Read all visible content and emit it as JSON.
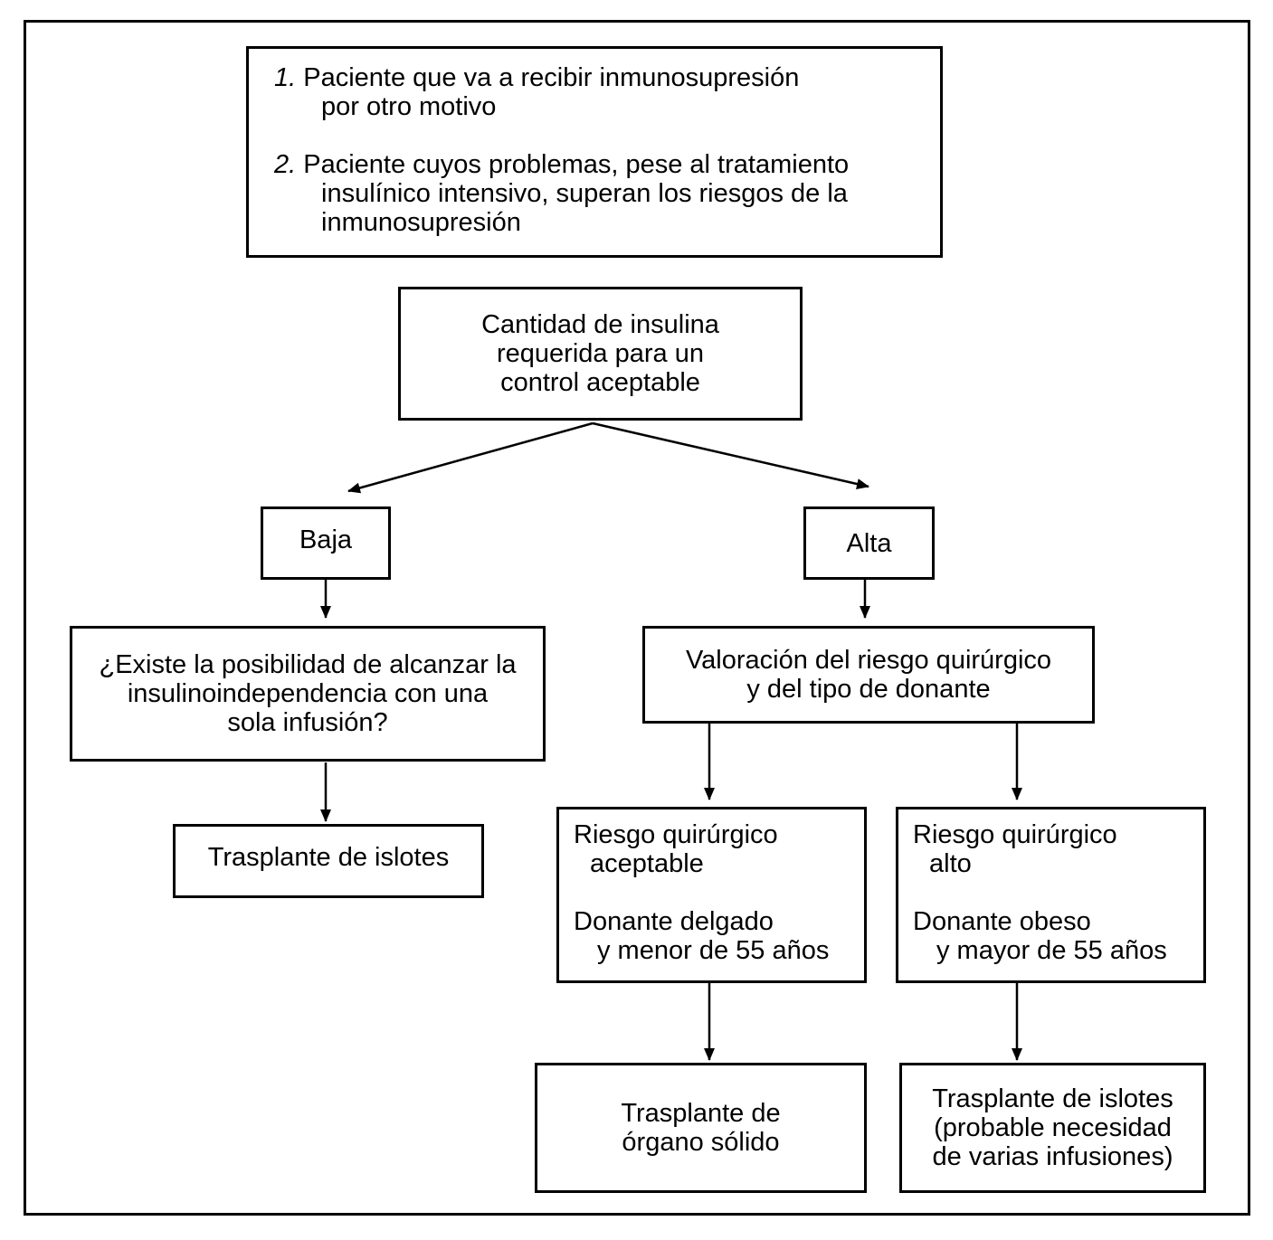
{
  "criteria": {
    "item1": {
      "number": "1.",
      "line1": "Paciente que va a recibir inmunosupresión",
      "line2": "por otro motivo"
    },
    "item2": {
      "number": "2.",
      "line1": "Paciente cuyos problemas, pese al tratamiento",
      "line2": "insulínico intensivo, superan los riesgos de la",
      "line3": "inmunosupresión"
    }
  },
  "insulin": {
    "line1": "Cantidad de insulina",
    "line2": "requerida para un",
    "line3": "control aceptable"
  },
  "baja": "Baja",
  "alta": "Alta",
  "question": {
    "line1": "¿Existe la posibilidad de alcanzar la",
    "line2": "insulinoindependencia con una",
    "line3": "sola infusión?"
  },
  "islets_low": "Trasplante de islotes",
  "assessment": {
    "line1": "Valoración del riesgo quirúrgico",
    "line2": "y del tipo de donante"
  },
  "acceptable": {
    "line1": "Riesgo quirúrgico",
    "line2": "aceptable",
    "line3": "Donante delgado",
    "line4": "y menor de 55 años"
  },
  "high": {
    "line1": "Riesgo quirúrgico",
    "line2": "alto",
    "line3": "Donante obeso",
    "line4": "y mayor de 55 años"
  },
  "solid": {
    "line1": "Trasplante de",
    "line2": "órgano sólido"
  },
  "islets_multi": {
    "line1": "Trasplante de islotes",
    "line2": "(probable necesidad",
    "line3": "de varias infusiones)"
  }
}
